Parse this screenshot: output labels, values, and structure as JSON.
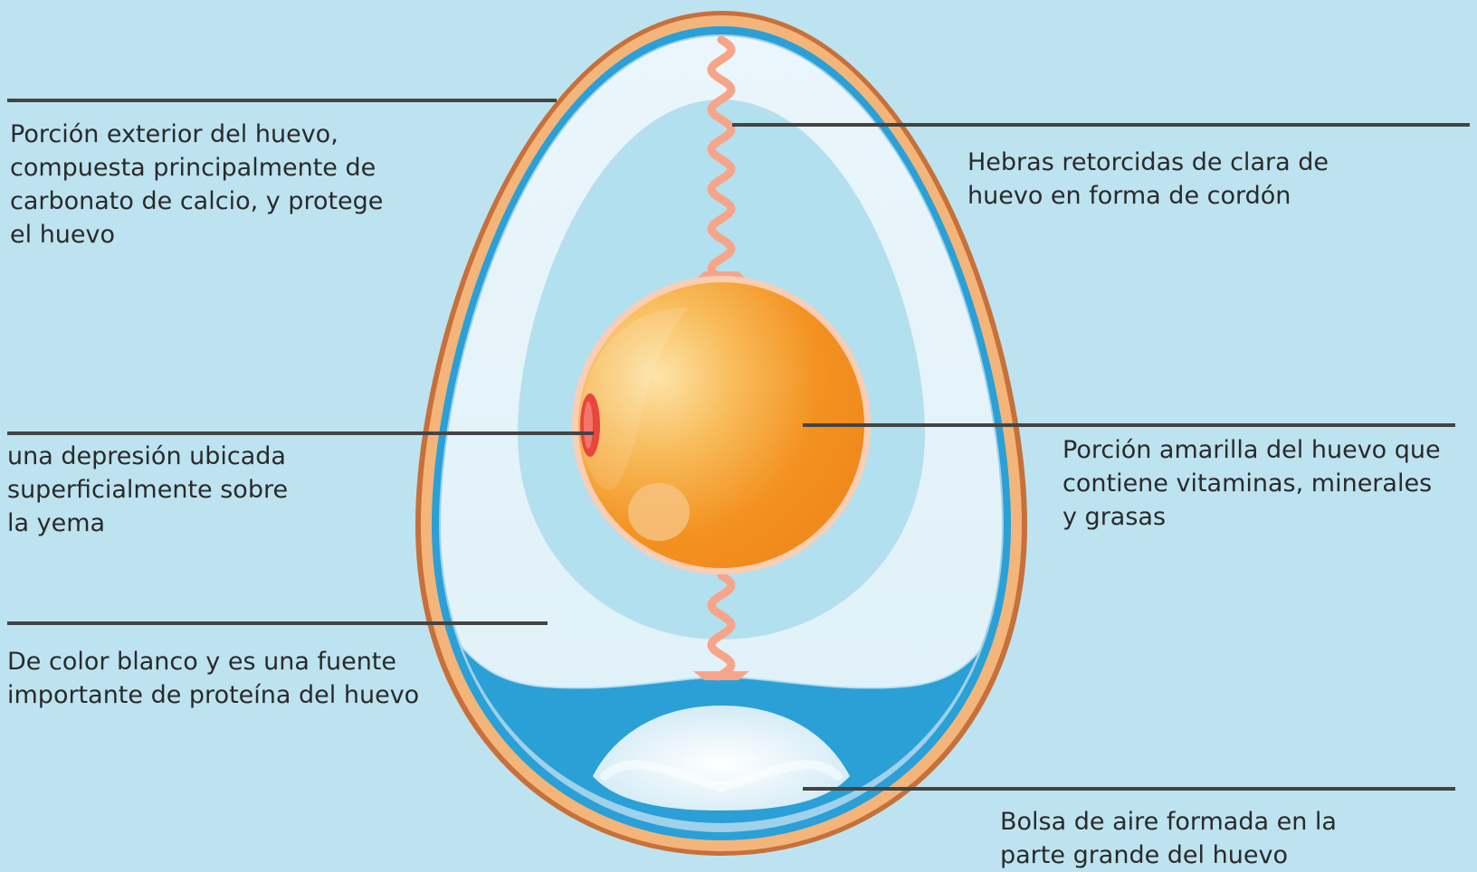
{
  "colors": {
    "background": "#bde3f0",
    "shell_outer": "#c8703a",
    "shell": "#f4b57a",
    "membrane": "#2aa0d6",
    "egg_white": "#e6f4fa",
    "inner_white": "#b3e0ee",
    "yolk": "#f39220",
    "chalaza": "#f7a58a",
    "germinal_disc": "#e8453c",
    "air_pocket": "#2aa0d6",
    "leader_line": "#444444",
    "text": "#2a2a2a"
  },
  "labels": {
    "shell": [
      "Porción exterior del huevo,",
      "compuesta principalmente de",
      "carbonato de calcio, y protege",
      "el huevo"
    ],
    "chalazae": [
      "Hebras retorcidas de clara de",
      "huevo en forma de cordón"
    ],
    "germinal_disc": [
      "una depresión ubicada",
      "superficialmente sobre",
      "la yema"
    ],
    "yolk": [
      "Porción amarilla del huevo que",
      "contiene vitaminas, minerales",
      "y grasas"
    ],
    "egg_white": [
      "De color blanco y es una fuente",
      "importante de proteína del huevo"
    ],
    "air_cell": [
      "Bolsa de aire formada en la",
      "parte grande del huevo"
    ]
  }
}
